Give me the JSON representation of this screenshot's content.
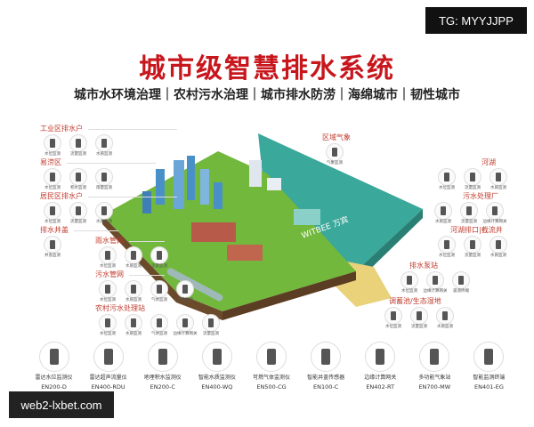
{
  "title": "城市级智慧排水系统",
  "subtitle": "城市水环境治理｜农村污水治理｜城市排水防涝｜海绵城市｜韧性城市",
  "watermark_top": "TG: MYYJJPP",
  "watermark_bottom": "web2-lxbet.com",
  "brand_on_map": "WITBEE 万宾",
  "colors": {
    "title": "#c8161d",
    "label": "#c0392b",
    "land": "#72b83c",
    "sea": "#3aa89a"
  },
  "groups": [
    {
      "label": "工业区排水户",
      "sensors": [
        "水位监测",
        "流量监测",
        "水质监测"
      ]
    },
    {
      "label": "易涝区",
      "sensors": [
        "水位监测",
        "积水监测",
        "雨量监测"
      ]
    },
    {
      "label": "居民区排水户",
      "sensors": [
        "水位监测",
        "流量监测",
        "水质监测"
      ]
    },
    {
      "label": "排水井盖",
      "sensors": [
        "井盖监测"
      ]
    },
    {
      "label": "雨水管网",
      "sensors": [
        "水位监测",
        "水质监测",
        "流量监测"
      ]
    },
    {
      "label": "污水管网",
      "sensors": [
        "水位监测",
        "水质监测",
        "气体监测",
        "流量监测"
      ]
    },
    {
      "label": "农村污水处理站",
      "sensors": [
        "水位监测",
        "水质监测",
        "气体监测",
        "边缘计算网关",
        "流量监测"
      ]
    },
    {
      "label": "区域气象",
      "sensors": [
        "气象监测"
      ]
    },
    {
      "label": "河湖",
      "sensors": [
        "水位监测",
        "流量监测",
        "水质监测"
      ]
    },
    {
      "label": "污水处理厂",
      "sensors": [
        "水质监测",
        "流量监测",
        "边缘计算网关"
      ]
    },
    {
      "label": "河湖排口|截流井",
      "sensors": [
        "水位监测",
        "流量监测",
        "水质监测"
      ]
    },
    {
      "label": "排水泵站",
      "sensors": [
        "水位监测",
        "边缘计算网关",
        "遥测终端"
      ]
    },
    {
      "label": "调蓄池/生态湿地",
      "sensors": [
        "水位监测",
        "流量监测",
        "水质监测"
      ]
    }
  ],
  "products": [
    {
      "name": "雷达水位监测仪",
      "model": "EN200-D"
    },
    {
      "name": "雷达超声流量仪",
      "model": "EN400-RDU"
    },
    {
      "name": "地埋积水监测仪",
      "model": "EN200-C"
    },
    {
      "name": "智能水质监测仪",
      "model": "EN400-WQ"
    },
    {
      "name": "可燃气体监测仪",
      "model": "EN500-CG"
    },
    {
      "name": "智能井盖传感器",
      "model": "EN100-C"
    },
    {
      "name": "边缘计算网关",
      "model": "EN402-RT"
    },
    {
      "name": "多功能气象站",
      "model": "EN700-MW"
    },
    {
      "name": "智能监测终端",
      "model": "EN401-EG"
    }
  ]
}
